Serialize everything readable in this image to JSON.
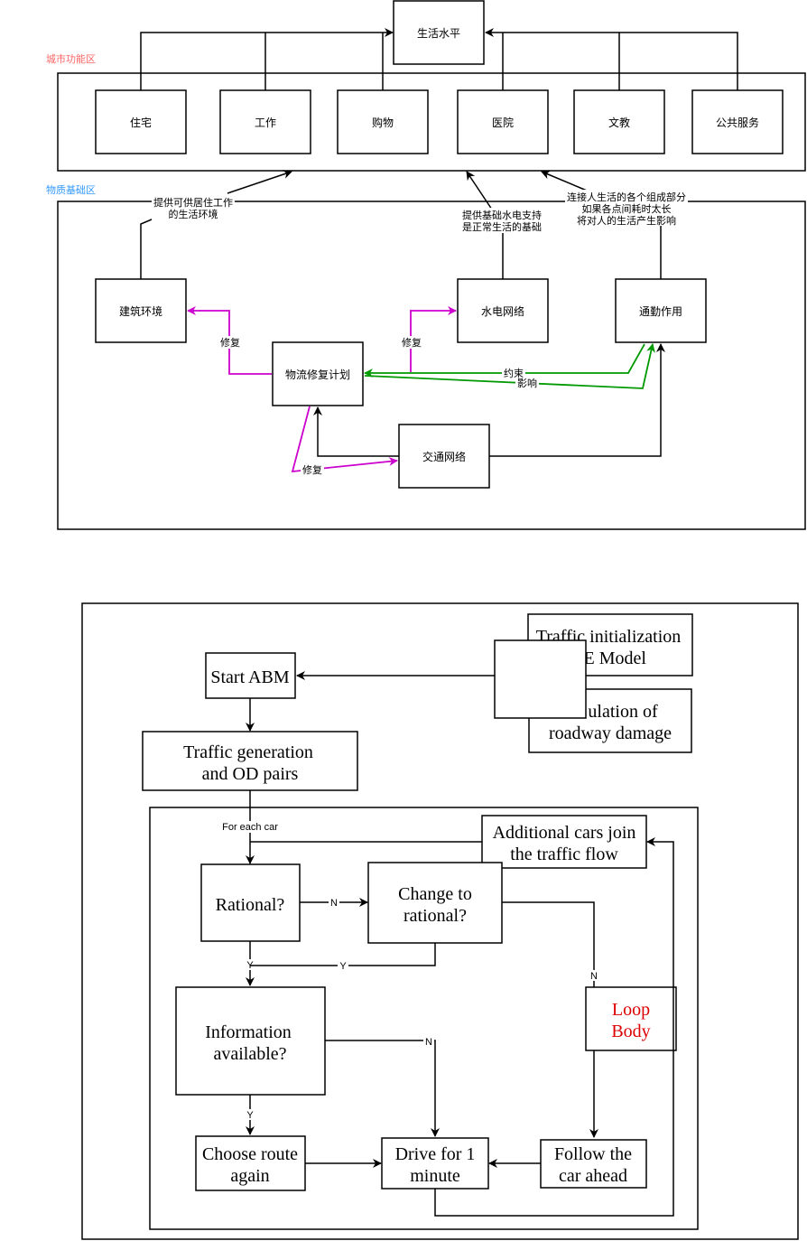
{
  "top": {
    "region_city": "城市功能区",
    "region_city_color": "#ff6666",
    "region_material": "物质基础区",
    "region_material_color": "#3399ff",
    "living_standard": "生活水平",
    "city_nodes": [
      "住宅",
      "工作",
      "购物",
      "医院",
      "文教",
      "公共服务"
    ],
    "built_env": "建筑环境",
    "logistics_plan": "物流修复计划",
    "water_power": "水电网络",
    "commute": "通勤作用",
    "traffic_net": "交通网络",
    "label_habitat_1": "提供可供居住工作",
    "label_habitat_2": "的生活环境",
    "label_utility_1": "提供基础水电支持",
    "label_utility_2": "是正常生活的基础",
    "label_commute_1": "连接人生活的各个组成部分",
    "label_commute_2": "如果各点间耗时太长",
    "label_commute_3": "将对人的生活产生影响",
    "repair": "修复",
    "constraint": "约束",
    "influence": "影响",
    "repair_color": "#cc00cc",
    "feedback_color": "#009900"
  },
  "bottom": {
    "init_1": "Traffic initialization",
    "init_2": "UE Model",
    "sim_1": "ulation of",
    "sim_2": "roadway damage",
    "start": "Start ABM",
    "gen_1": "Traffic generation",
    "gen_2": "and OD pairs",
    "for_each_car": "For each car",
    "additional_1": "Additional cars join",
    "additional_2": "the traffic flow",
    "rational": "Rational?",
    "change_1": "Change to",
    "change_2": "rational?",
    "info_1": "Information",
    "info_2": "available?",
    "loop_1": "Loop",
    "loop_2": "Body",
    "loop_color": "#dd0000",
    "choose_1": "Choose route",
    "choose_2": "again",
    "drive_1": "Drive for 1",
    "drive_2": "minute",
    "follow_1": "Follow the",
    "follow_2": "car ahead",
    "yes": "Y",
    "no": "N"
  }
}
